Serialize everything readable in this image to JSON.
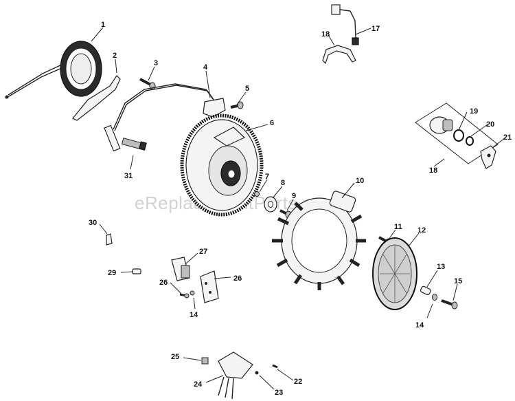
{
  "watermark": "eReplacementParts.com",
  "callouts": [
    {
      "id": "c1",
      "label": "1"
    },
    {
      "id": "c2",
      "label": "2"
    },
    {
      "id": "c3",
      "label": "3"
    },
    {
      "id": "c4",
      "label": "4"
    },
    {
      "id": "c5",
      "label": "5"
    },
    {
      "id": "c6",
      "label": "6"
    },
    {
      "id": "c7",
      "label": "7"
    },
    {
      "id": "c8",
      "label": "8"
    },
    {
      "id": "c9",
      "label": "9"
    },
    {
      "id": "c10",
      "label": "10"
    },
    {
      "id": "c11",
      "label": "11"
    },
    {
      "id": "c12",
      "label": "12"
    },
    {
      "id": "c13",
      "label": "13"
    },
    {
      "id": "c14a",
      "label": "14"
    },
    {
      "id": "c14b",
      "label": "14"
    },
    {
      "id": "c15",
      "label": "15"
    },
    {
      "id": "c17",
      "label": "17"
    },
    {
      "id": "c18a",
      "label": "18"
    },
    {
      "id": "c18b",
      "label": "18"
    },
    {
      "id": "c19",
      "label": "19"
    },
    {
      "id": "c20",
      "label": "20"
    },
    {
      "id": "c21",
      "label": "21"
    },
    {
      "id": "c22",
      "label": "22"
    },
    {
      "id": "c23",
      "label": "23"
    },
    {
      "id": "c24",
      "label": "24"
    },
    {
      "id": "c25",
      "label": "25"
    },
    {
      "id": "c26a",
      "label": "26"
    },
    {
      "id": "c26b",
      "label": "26"
    },
    {
      "id": "c27",
      "label": "27"
    },
    {
      "id": "c29",
      "label": "29"
    },
    {
      "id": "c30",
      "label": "30"
    },
    {
      "id": "c31",
      "label": "31"
    }
  ]
}
